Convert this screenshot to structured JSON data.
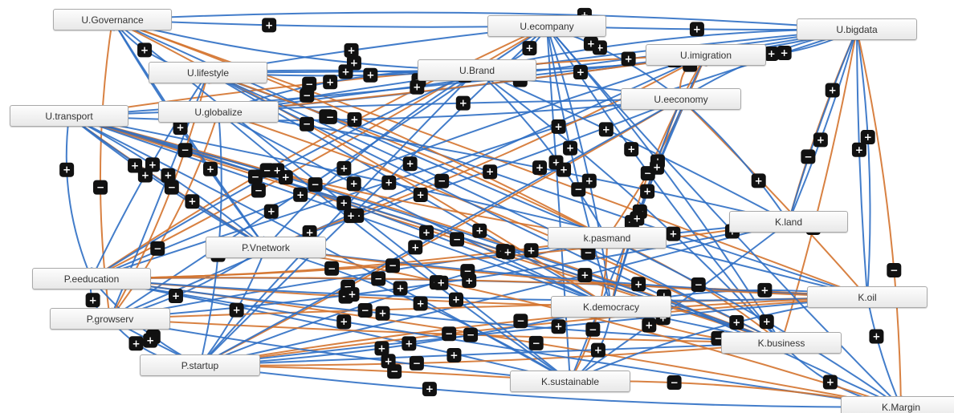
{
  "diagram": {
    "nodes": [
      {
        "id": "ugov",
        "label": "U.Governance"
      },
      {
        "id": "uecompany",
        "label": "U.ecompany"
      },
      {
        "id": "ubigdata",
        "label": "U.bigdata"
      },
      {
        "id": "uimigration",
        "label": "U.imigration"
      },
      {
        "id": "ulifestyle",
        "label": "U.lifestyle"
      },
      {
        "id": "ubrand",
        "label": "U.Brand"
      },
      {
        "id": "ueeconomy",
        "label": "U.eeconomy"
      },
      {
        "id": "utransport",
        "label": "U.transport"
      },
      {
        "id": "uglobalize",
        "label": "U.globalize"
      },
      {
        "id": "pvnetwork",
        "label": "P.Vnetwork"
      },
      {
        "id": "kpasmand",
        "label": "k.pasmand"
      },
      {
        "id": "kland",
        "label": "K.land"
      },
      {
        "id": "peeducation",
        "label": "P.eeducation"
      },
      {
        "id": "kdemocracy",
        "label": "K.democracy"
      },
      {
        "id": "koil",
        "label": "K.oil"
      },
      {
        "id": "pgrowserv",
        "label": "P.growserv"
      },
      {
        "id": "kbusiness",
        "label": "K.business"
      },
      {
        "id": "pstartup",
        "label": "P.startup"
      },
      {
        "id": "ksustainable",
        "label": "K.sustainable"
      },
      {
        "id": "kmargin",
        "label": "K.Margin"
      }
    ],
    "legend_signs": {
      "positive": "+",
      "negative": "−"
    },
    "colors": {
      "positive_edge": "#2f6fc4",
      "negative_edge": "#d4732e",
      "badge_fill": "#111111",
      "badge_text": "#ffffff"
    }
  }
}
